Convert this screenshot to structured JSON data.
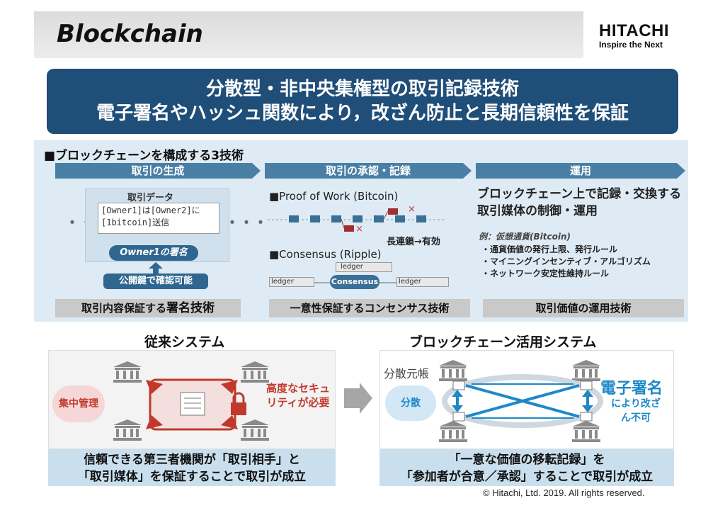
{
  "header": {
    "title": "Blockchain"
  },
  "logo": {
    "name": "HITACHI",
    "tagline": "Inspire the Next"
  },
  "banner": {
    "line1": "分散型・非中央集権型の取引記録技術",
    "line2": "電子署名やハッシュ関数により，改ざん防止と長期信頼性を保証"
  },
  "panel": {
    "heading": "■ブロックチェーンを構成する3技術",
    "columns": [
      {
        "label": "取引の生成",
        "footer_prefix": "取引内容保証する",
        "footer_emph": "署名技術"
      },
      {
        "label": "取引の承認・記録",
        "footer": "一意性保証するコンセンサス技術"
      },
      {
        "label": "運用",
        "footer": "取引価値の運用技術"
      }
    ],
    "generation": {
      "box_title": "取引データ",
      "box_text": "[Owner1]は[Owner2]に[1bitcoin]送信",
      "signature": "Owner1の署名",
      "verify": "公開鍵で確認可能",
      "ellipsis": "・・・"
    },
    "approval": {
      "pow": "■Proof of Work (Bitcoin)",
      "longest": "長連鎖→有効",
      "consensus_title": "■Consensus (Ripple)",
      "ledger": "ledger",
      "consensus": "Consensus",
      "cross": "×"
    },
    "operation": {
      "text": "ブロックチェーン上で記録・交換する取引媒体の制御・運用",
      "example": "例：仮想通貨(Bitcoin)",
      "bullets": [
        "通貨価値の発行上限、発行ルール",
        "マイニングインセンティブ・アルゴリズム",
        "ネットワーク安定性維持ルール"
      ]
    }
  },
  "legacy": {
    "title": "従来システム",
    "central": "集中管理",
    "security": "高度なセキュリティが必要",
    "caption_line1": "信頼できる第三者機関が「取引相手」と",
    "caption_line2": "「取引媒体」を保証することで取引が成立"
  },
  "blockchain": {
    "title": "ブロックチェーン活用システム",
    "ledger_label": "分散元帳",
    "distributed": "分散",
    "sig": "電子署名",
    "sig_sub": "により改ざん不可",
    "caption_line1": "「一意な価値の移転記録」を",
    "caption_line2": "「参加者が合意／承認」することで取引が成立"
  },
  "footer": {
    "copyright": "© Hitachi, Ltd. 2019. All rights reserved."
  },
  "colors": {
    "navy": "#1f4e79",
    "arrow": "#4a7fa5",
    "red": "#c0392b",
    "pink": "#f6d7d7",
    "blue": "#1e88c8"
  }
}
